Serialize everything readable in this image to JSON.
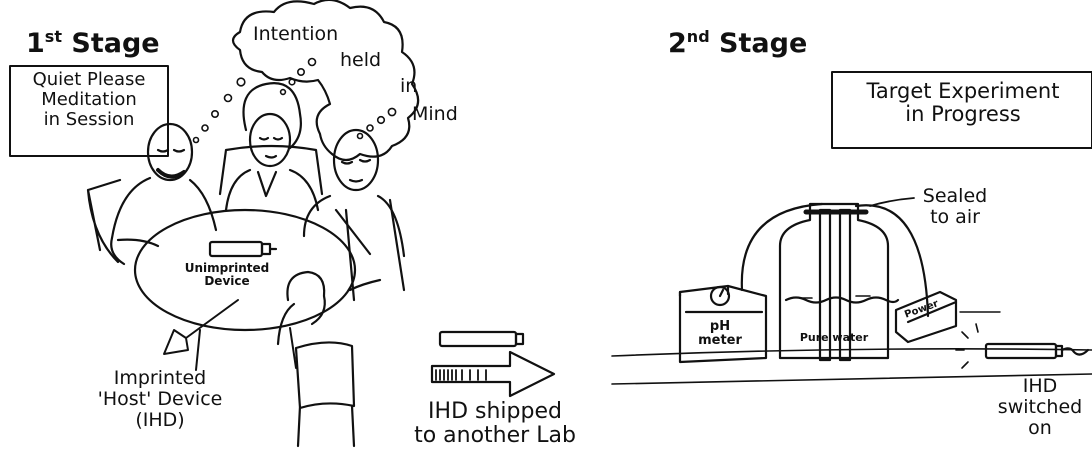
{
  "stage1": {
    "number": "1",
    "suffix": "st",
    "word": "Stage"
  },
  "stage2": {
    "number": "2",
    "suffix": "nd",
    "word": "Stage"
  },
  "sign_quiet": {
    "line1": "Quiet Please",
    "line2": "Meditation",
    "line3": "in Session"
  },
  "thought": {
    "w1": "Intention",
    "w2": "held",
    "w3": "in",
    "w4": "Mind"
  },
  "unimprinted": {
    "line1": "Unimprinted",
    "line2": "Device"
  },
  "imprinted": {
    "line1": "Imprinted",
    "line2": "'Host' Device",
    "line3": "(IHD)"
  },
  "shipped": {
    "line1": "IHD shipped",
    "line2": "to another Lab"
  },
  "sign_target": {
    "line1": "Target Experiment",
    "line2": "in Progress"
  },
  "sealed": {
    "line1": "Sealed",
    "line2": "to air"
  },
  "ph_meter": {
    "line1": "pH",
    "line2": "meter"
  },
  "pure_water": "Pure water",
  "power": "Power",
  "ihd_on": {
    "line1": "IHD",
    "line2": "switched",
    "line3": "on"
  }
}
